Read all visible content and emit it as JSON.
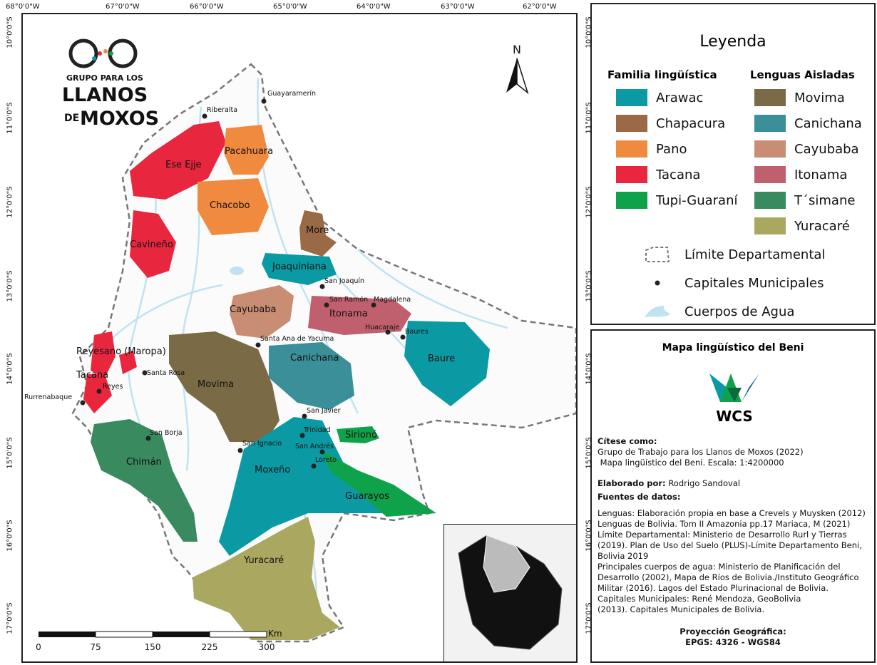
{
  "map": {
    "lon_labels": [
      "68°0'0\"W",
      "67°0'0\"W",
      "66°0'0\"W",
      "65°0'0\"W",
      "64°0'0\"W",
      "63°0'0\"W",
      "62°0'0\"W"
    ],
    "lat_labels": [
      "10°0'0\"S",
      "11°0'0\"S",
      "12°0'0\"S",
      "13°0'0\"S",
      "14°0'0\"S",
      "15°0'0\"S",
      "16°0'0\"S",
      "17°0'0\"S"
    ],
    "logo": {
      "line1": "GRUPO PARA LOS",
      "line2": "LLANOS",
      "line3_prefix": "DE",
      "line3": "MOXOS"
    },
    "north_label": "N",
    "scale": {
      "unit": "Km",
      "ticks": [
        "0",
        "75",
        "150",
        "225",
        "300"
      ]
    },
    "regions": [
      {
        "label": "Ese Ejje",
        "family": "Tacana"
      },
      {
        "label": "Pacahuara",
        "family": "Pano"
      },
      {
        "label": "Chacobo",
        "family": "Pano"
      },
      {
        "label": "Cavineño",
        "family": "Tacana"
      },
      {
        "label": "More",
        "family": "Chapacura"
      },
      {
        "label": "Joaquiniana",
        "family": "Arawac"
      },
      {
        "label": "Cayubaba",
        "family": "Cayubaba"
      },
      {
        "label": "Itonama",
        "family": "Itonama"
      },
      {
        "label": "Baure",
        "family": "Arawac"
      },
      {
        "label": "Movima",
        "family": "Movima"
      },
      {
        "label": "Canichana",
        "family": "Canichana"
      },
      {
        "label": "Reyesano (Maropa)",
        "family": "Tacana"
      },
      {
        "label": "Tacana",
        "family": "Tacana"
      },
      {
        "label": "Chimán",
        "family": "T´simane"
      },
      {
        "label": "Sirionó",
        "family": "Tupi-Guaraní"
      },
      {
        "label": "Moxeño",
        "family": "Arawac"
      },
      {
        "label": "Guarayos",
        "family": "Tupi-Guaraní"
      },
      {
        "label": "Yuracaré",
        "family": "Yuracaré"
      }
    ],
    "towns": [
      "Guayaramerín",
      "Riberalta",
      "San Joaquín",
      "San Ramón",
      "Magdalena",
      "Huacaraje",
      "Baures",
      "Santa Ana de Yacuma",
      "Santa Rosa",
      "Reyes",
      "Rurrenabaque",
      "San Borja",
      "San Javier",
      "Trinidad",
      "San Ignacio",
      "San Andrés",
      "Loreto"
    ]
  },
  "legend": {
    "title": "Leyenda",
    "families_heading": "Familia lingüística",
    "isolates_heading": "Lenguas Aisladas",
    "families": [
      {
        "label": "Arawac",
        "color": "#0b9aa3"
      },
      {
        "label": "Chapacura",
        "color": "#9a6a46"
      },
      {
        "label": "Pano",
        "color": "#f08a3e"
      },
      {
        "label": "Tacana",
        "color": "#e8273e"
      },
      {
        "label": "Tupi-Guaraní",
        "color": "#0ea34a"
      }
    ],
    "isolates": [
      {
        "label": "Movima",
        "color": "#7a6a45"
      },
      {
        "label": "Canichana",
        "color": "#3a8f99"
      },
      {
        "label": "Cayubaba",
        "color": "#c98d73"
      },
      {
        "label": "Itonama",
        "color": "#c0606e"
      },
      {
        "label": "T´simane",
        "color": "#3a8a60"
      },
      {
        "label": "Yuracaré",
        "color": "#aaa860"
      }
    ],
    "symbols": [
      {
        "label": "Límite Departamental",
        "icon": "dashed-boundary-icon"
      },
      {
        "label": "Capitales Municipales",
        "icon": "town-dot-icon"
      },
      {
        "label": "Cuerpos de Agua",
        "icon": "water-body-icon"
      }
    ]
  },
  "info": {
    "title": "Mapa lingüístico del Beni",
    "logo_text": "WCS",
    "cite_heading": "Cítese como:",
    "cite_line1": "Grupo de Trabajo para los Llanos de Moxos (2022)",
    "cite_line2": " Mapa lingüístico del Beni. Escala: 1:4200000",
    "author_heading": "Elaborado por:",
    "author": " Rodrigo Sandoval",
    "sources_heading": "Fuentes de datos:",
    "sources": [
      "Lenguas: Elaboración propia en base a Crevels y Muysken (2012)",
      "Lenguas de Bolivia. Tom II Amazonia pp.17 Mariaca, M (2021)",
      "Límite Departamental: Ministerio de Desarrollo Rurl y Tierras",
      "(2019). Plan de Uso del Suelo (PLUS)-Límite Departamento Beni,",
      "Bolivia 2019",
      "Principales cuerpos de agua: Ministerio de Planificación del",
      "Desarrollo (2002), Mapa de Ríos de Bolivia./Instituto Geográfico",
      "Militar (2016). Lagos del Estado Plurinacional de Bolivia.",
      "Capitales Municipales: René Mendoza, GeoBolivia",
      "(2013). Capitales Municipales de Bolivia."
    ],
    "projection_line1": "Proyección Geográfica:",
    "projection_line2": "EPGS: 4326 - WGS84"
  }
}
